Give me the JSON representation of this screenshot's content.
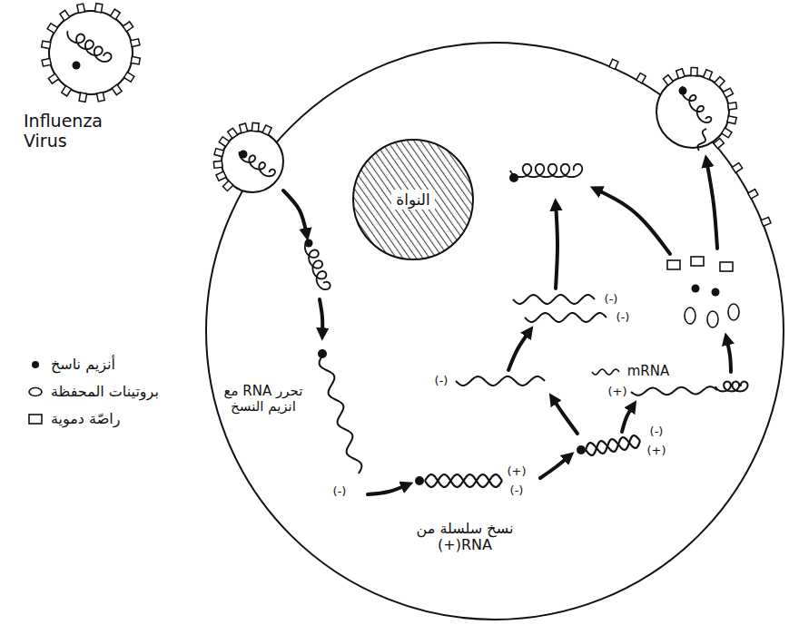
{
  "diagram": {
    "nodes": [
      {
        "text": [
          "النواة"
        ]
      }
    ],
    "labels": [
      "Influenza Virus",
      "تحرر RNA مع انزيم النسخ",
      "(-)",
      "(+)",
      "(-)",
      "نسخ سلسلة من RNA(+)",
      "(-)",
      "(+)",
      "(-)",
      "(-)",
      "(-)",
      "mRNA",
      "(+)"
    ],
    "legend": [
      {
        "text": "أنزيم ناسخ"
      },
      {
        "text": "بروتينات المحفظة"
      },
      {
        "text": "راصّة دموية"
      }
    ]
  }
}
